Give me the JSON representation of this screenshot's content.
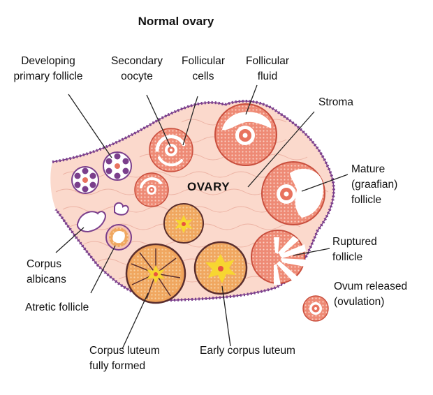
{
  "title": "Normal ovary",
  "center_label": "OVARY",
  "labels": {
    "developing_primary": [
      "Developing",
      "primary follicle"
    ],
    "secondary_oocyte": [
      "Secondary",
      "oocyte"
    ],
    "follicular_cells": [
      "Follicular",
      "cells"
    ],
    "follicular_fluid": [
      "Follicular",
      "fluid"
    ],
    "stroma": [
      "Stroma"
    ],
    "mature_follicle": [
      "Mature",
      "(graafian)",
      "follicle"
    ],
    "ruptured_follicle": [
      "Ruptured",
      "follicle"
    ],
    "ovum_released": [
      "Ovum released",
      "(ovulation)"
    ],
    "corpus_albicans": [
      "Corpus",
      "albicans"
    ],
    "atretic_follicle": [
      "Atretic follicle"
    ],
    "corpus_luteum_formed": [
      "Corpus luteum",
      "fully formed"
    ],
    "early_corpus_luteum": [
      "Early corpus luteum"
    ]
  },
  "colors": {
    "stroma": "#fbd9cc",
    "capsule": "#7b3f8c",
    "follicle": "#e8735f",
    "follicle_light": "#f6b3a2",
    "luteum": "#f0a35a",
    "luteum_core": "#f7d631",
    "line": "#333333"
  }
}
